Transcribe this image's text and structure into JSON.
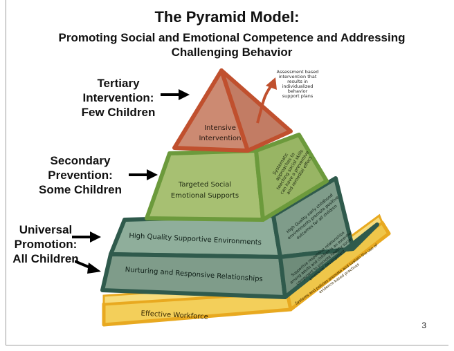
{
  "title": "The Pyramid Model:",
  "subtitle": "Promoting Social and Emotional Competence and Addressing Challenging Behavior",
  "levels": {
    "tertiary": {
      "label": "Tertiary Intervention: Few Children",
      "lines": [
        "Tertiary",
        "Intervention:",
        "Few Children"
      ],
      "tier": [
        "Intensive",
        "Intervention"
      ],
      "side_note": [
        "Assessment based",
        "intervention that",
        "results in",
        "individualized",
        "behavior",
        "support plans"
      ]
    },
    "secondary": {
      "label": "Secondary Prevention: Some Children",
      "lines": [
        "Secondary",
        "Prevention:",
        "Some Children"
      ],
      "tier": [
        "Targeted Social",
        "Emotional Supports"
      ],
      "side_note": [
        "Systematic",
        "approaches to",
        "teaching social skills",
        "can have a preventive",
        "and remedial effect"
      ]
    },
    "universal": {
      "label": "Universal Promotion: All Children",
      "lines": [
        "Universal",
        "Promotion:",
        "All Children"
      ],
      "tier_upper": "High Quality Supportive Environments",
      "tier_lower": "Nurturing and Responsive Relationships",
      "side_note_upper": [
        "High Quality early childhood",
        "environments promote positive",
        "outcomes for all children"
      ],
      "side_note_lower": [
        "Supportive responsive relationships",
        "among adults and children is an essential",
        "component to promote healthy social",
        "emotional development"
      ]
    }
  },
  "foundation": {
    "label": "Effective Workforce",
    "side_note": [
      "Systems and policies promote and sustain the use of",
      "evidence-based practices"
    ]
  },
  "page_number": "3",
  "colors": {
    "tertiary": "#cc8a72",
    "secondary": "#a7c072",
    "universal": "#7f9c8a",
    "foundation": "#f3cf5a",
    "outline_tertiary": "#c0502e",
    "outline_secondary": "#6c9a3c",
    "outline_universal": "#2f5a4c",
    "outline_foundation": "#e8a920"
  }
}
